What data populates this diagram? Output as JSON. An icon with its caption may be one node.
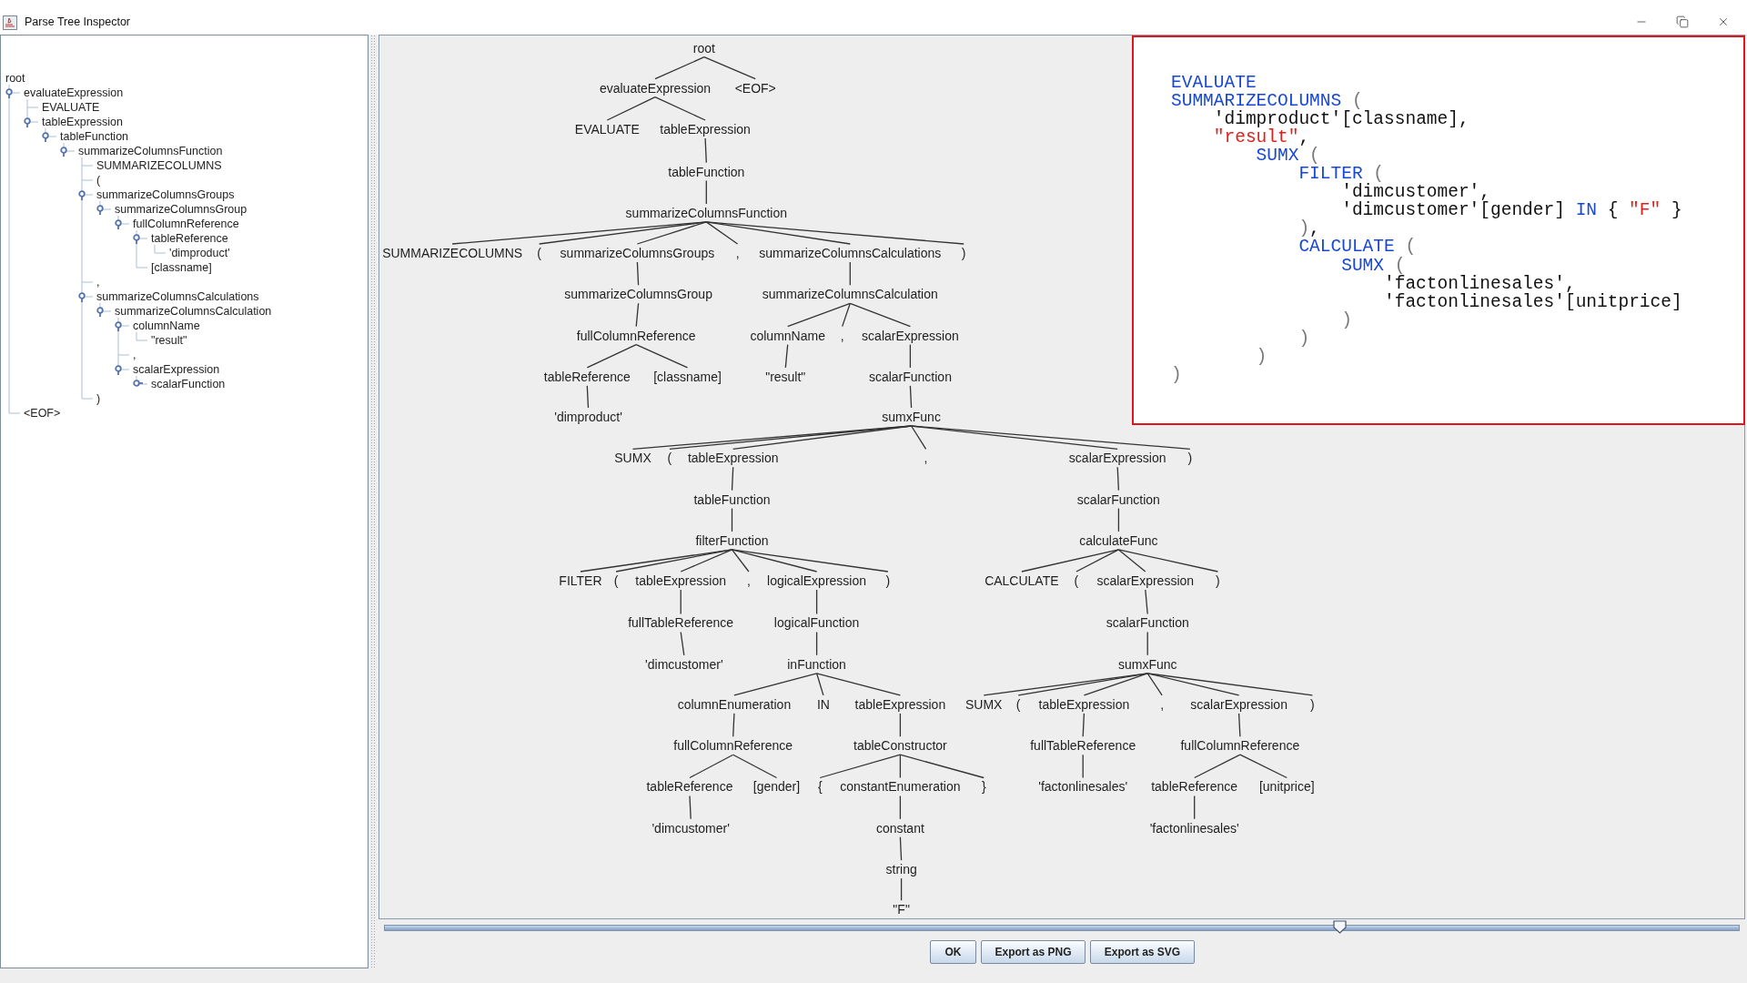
{
  "diagram": {
    "title": "Parse Tree Inspector",
    "nodes": [
      {
        "text": [
          "root"
        ]
      },
      {
        "text": [
          "evaluateExpression"
        ]
      },
      {
        "text": [
          "<EOF>"
        ]
      },
      {
        "text": [
          "EVALUATE"
        ]
      },
      {
        "text": [
          "tableExpression"
        ]
      },
      {
        "text": [
          "tableFunction"
        ]
      },
      {
        "text": [
          "summarizeColumnsFunction"
        ]
      },
      {
        "text": [
          "SUMMARIZECOLUMNS"
        ]
      },
      {
        "text": [
          "("
        ]
      },
      {
        "text": [
          "summarizeColumnsGroups"
        ]
      },
      {
        "text": [
          ","
        ]
      },
      {
        "text": [
          "summarizeColumnsCalculations"
        ]
      },
      {
        "text": [
          ")"
        ]
      },
      {
        "text": [
          "summarizeColumnsGroup"
        ]
      },
      {
        "text": [
          "summarizeColumnsCalculation"
        ]
      },
      {
        "text": [
          "fullColumnReference"
        ]
      },
      {
        "text": [
          "columnName"
        ]
      },
      {
        "text": [
          ","
        ]
      },
      {
        "text": [
          "scalarExpression"
        ]
      },
      {
        "text": [
          "tableReference"
        ]
      },
      {
        "text": [
          "[classname]"
        ]
      },
      {
        "text": [
          "\"result\""
        ]
      },
      {
        "text": [
          "scalarFunction"
        ]
      },
      {
        "text": [
          "'dimproduct'"
        ]
      },
      {
        "text": [
          "sumxFunc"
        ]
      },
      {
        "text": [
          "SUMX"
        ]
      },
      {
        "text": [
          "("
        ]
      },
      {
        "text": [
          "tableExpression"
        ]
      },
      {
        "text": [
          ","
        ]
      },
      {
        "text": [
          "scalarExpression"
        ]
      },
      {
        "text": [
          ")"
        ]
      },
      {
        "text": [
          "tableFunction"
        ]
      },
      {
        "text": [
          "scalarFunction"
        ]
      },
      {
        "text": [
          "filterFunction"
        ]
      },
      {
        "text": [
          "calculateFunc"
        ]
      },
      {
        "text": [
          "FILTER"
        ]
      },
      {
        "text": [
          "("
        ]
      },
      {
        "text": [
          "tableExpression"
        ]
      },
      {
        "text": [
          ","
        ]
      },
      {
        "text": [
          "logicalExpression"
        ]
      },
      {
        "text": [
          ")"
        ]
      },
      {
        "text": [
          "CALCULATE"
        ]
      },
      {
        "text": [
          "("
        ]
      },
      {
        "text": [
          "scalarExpression"
        ]
      },
      {
        "text": [
          ")"
        ]
      },
      {
        "text": [
          "fullTableReference"
        ]
      },
      {
        "text": [
          "logicalFunction"
        ]
      },
      {
        "text": [
          "scalarFunction"
        ]
      },
      {
        "text": [
          "'dimcustomer'"
        ]
      },
      {
        "text": [
          "inFunction"
        ]
      },
      {
        "text": [
          "sumxFunc"
        ]
      },
      {
        "text": [
          "columnEnumeration"
        ]
      },
      {
        "text": [
          "IN"
        ]
      },
      {
        "text": [
          "tableExpression"
        ]
      },
      {
        "text": [
          "SUMX"
        ]
      },
      {
        "text": [
          "("
        ]
      },
      {
        "text": [
          "tableExpression"
        ]
      },
      {
        "text": [
          ","
        ]
      },
      {
        "text": [
          "scalarExpression"
        ]
      },
      {
        "text": [
          ")"
        ]
      },
      {
        "text": [
          "fullColumnReference"
        ]
      },
      {
        "text": [
          "tableConstructor"
        ]
      },
      {
        "text": [
          "fullTableReference"
        ]
      },
      {
        "text": [
          "fullColumnReference"
        ]
      },
      {
        "text": [
          "tableReference"
        ]
      },
      {
        "text": [
          "[gender]"
        ]
      },
      {
        "text": [
          "{"
        ]
      },
      {
        "text": [
          "constantEnumeration"
        ]
      },
      {
        "text": [
          "}"
        ]
      },
      {
        "text": [
          "'factonlinesales'"
        ]
      },
      {
        "text": [
          "tableReference"
        ]
      },
      {
        "text": [
          "[unitprice]"
        ]
      },
      {
        "text": [
          "'dimcustomer'"
        ]
      },
      {
        "text": [
          "constant"
        ]
      },
      {
        "text": [
          "'factonlinesales'"
        ]
      },
      {
        "text": [
          "string"
        ]
      },
      {
        "text": [
          "\"F\""
        ]
      }
    ],
    "edges": [
      {
        "from": 0,
        "to": 1,
        "arrow": "none"
      },
      {
        "from": 0,
        "to": 2,
        "arrow": "none"
      },
      {
        "from": 1,
        "to": 3,
        "arrow": "none"
      },
      {
        "from": 1,
        "to": 4,
        "arrow": "none"
      },
      {
        "from": 4,
        "to": 5,
        "arrow": "none"
      },
      {
        "from": 5,
        "to": 6,
        "arrow": "none"
      },
      {
        "from": 6,
        "to": 7,
        "arrow": "none"
      },
      {
        "from": 6,
        "to": 8,
        "arrow": "none"
      },
      {
        "from": 6,
        "to": 9,
        "arrow": "none"
      },
      {
        "from": 6,
        "to": 10,
        "arrow": "none"
      },
      {
        "from": 6,
        "to": 11,
        "arrow": "none"
      },
      {
        "from": 6,
        "to": 12,
        "arrow": "none"
      },
      {
        "from": 9,
        "to": 13,
        "arrow": "none"
      },
      {
        "from": 11,
        "to": 14,
        "arrow": "none"
      },
      {
        "from": 13,
        "to": 15,
        "arrow": "none"
      },
      {
        "from": 14,
        "to": 16,
        "arrow": "none"
      },
      {
        "from": 14,
        "to": 17,
        "arrow": "none"
      },
      {
        "from": 14,
        "to": 18,
        "arrow": "none"
      },
      {
        "from": 15,
        "to": 19,
        "arrow": "none"
      },
      {
        "from": 15,
        "to": 20,
        "arrow": "none"
      },
      {
        "from": 16,
        "to": 21,
        "arrow": "none"
      },
      {
        "from": 18,
        "to": 22,
        "arrow": "none"
      },
      {
        "from": 19,
        "to": 23,
        "arrow": "none"
      },
      {
        "from": 22,
        "to": 24,
        "arrow": "none"
      },
      {
        "from": 24,
        "to": 25,
        "arrow": "none"
      },
      {
        "from": 24,
        "to": 26,
        "arrow": "none"
      },
      {
        "from": 24,
        "to": 27,
        "arrow": "none"
      },
      {
        "from": 24,
        "to": 28,
        "arrow": "none"
      },
      {
        "from": 24,
        "to": 29,
        "arrow": "none"
      },
      {
        "from": 24,
        "to": 30,
        "arrow": "none"
      },
      {
        "from": 27,
        "to": 31,
        "arrow": "none"
      },
      {
        "from": 29,
        "to": 32,
        "arrow": "none"
      },
      {
        "from": 31,
        "to": 33,
        "arrow": "none"
      },
      {
        "from": 32,
        "to": 34,
        "arrow": "none"
      },
      {
        "from": 33,
        "to": 35,
        "arrow": "none"
      },
      {
        "from": 33,
        "to": 36,
        "arrow": "none"
      },
      {
        "from": 33,
        "to": 37,
        "arrow": "none"
      },
      {
        "from": 33,
        "to": 38,
        "arrow": "none"
      },
      {
        "from": 33,
        "to": 39,
        "arrow": "none"
      },
      {
        "from": 33,
        "to": 40,
        "arrow": "none"
      },
      {
        "from": 34,
        "to": 41,
        "arrow": "none"
      },
      {
        "from": 34,
        "to": 42,
        "arrow": "none"
      },
      {
        "from": 34,
        "to": 43,
        "arrow": "none"
      },
      {
        "from": 34,
        "to": 44,
        "arrow": "none"
      },
      {
        "from": 37,
        "to": 45,
        "arrow": "none"
      },
      {
        "from": 39,
        "to": 46,
        "arrow": "none"
      },
      {
        "from": 43,
        "to": 47,
        "arrow": "none"
      },
      {
        "from": 45,
        "to": 48,
        "arrow": "none"
      },
      {
        "from": 46,
        "to": 49,
        "arrow": "none"
      },
      {
        "from": 47,
        "to": 50,
        "arrow": "none"
      },
      {
        "from": 49,
        "to": 51,
        "arrow": "none"
      },
      {
        "from": 49,
        "to": 52,
        "arrow": "none"
      },
      {
        "from": 49,
        "to": 53,
        "arrow": "none"
      },
      {
        "from": 50,
        "to": 54,
        "arrow": "none"
      },
      {
        "from": 50,
        "to": 55,
        "arrow": "none"
      },
      {
        "from": 50,
        "to": 56,
        "arrow": "none"
      },
      {
        "from": 50,
        "to": 57,
        "arrow": "none"
      },
      {
        "from": 50,
        "to": 58,
        "arrow": "none"
      },
      {
        "from": 50,
        "to": 59,
        "arrow": "none"
      },
      {
        "from": 51,
        "to": 60,
        "arrow": "none"
      },
      {
        "from": 53,
        "to": 61,
        "arrow": "none"
      },
      {
        "from": 56,
        "to": 62,
        "arrow": "none"
      },
      {
        "from": 58,
        "to": 63,
        "arrow": "none"
      },
      {
        "from": 60,
        "to": 64,
        "arrow": "none"
      },
      {
        "from": 60,
        "to": 65,
        "arrow": "none"
      },
      {
        "from": 61,
        "to": 66,
        "arrow": "none"
      },
      {
        "from": 61,
        "to": 67,
        "arrow": "none"
      },
      {
        "from": 61,
        "to": 68,
        "arrow": "none"
      },
      {
        "from": 62,
        "to": 69,
        "arrow": "none"
      },
      {
        "from": 63,
        "to": 70,
        "arrow": "none"
      },
      {
        "from": 63,
        "to": 71,
        "arrow": "none"
      },
      {
        "from": 64,
        "to": 72,
        "arrow": "none"
      },
      {
        "from": 67,
        "to": 73,
        "arrow": "none"
      },
      {
        "from": 70,
        "to": 74,
        "arrow": "none"
      },
      {
        "from": 73,
        "to": 75,
        "arrow": "none"
      },
      {
        "from": 75,
        "to": 76,
        "arrow": "none"
      }
    ],
    "labels": [
      "root",
      "evaluateExpression",
      "EVALUATE",
      "tableExpression",
      "tableFunction",
      "summarizeColumnsFunction",
      "SUMMARIZECOLUMNS",
      "(",
      "summarizeColumnsGroups",
      "summarizeColumnsGroup",
      "fullColumnReference",
      "tableReference",
      "'dimproduct'",
      "[classname]",
      ",",
      "summarizeColumnsCalculations",
      "summarizeColumnsCalculation",
      "columnName",
      "\"result\"",
      ",",
      "scalarExpression",
      "scalarFunction",
      ")",
      "<EOF>",
      "EVALUATE",
      "SUMMARIZECOLUMNS",
      "(",
      "'dimproduct'[classname],",
      "\"result\"",
      ",",
      "SUMX",
      "(",
      "FILTER",
      "(",
      "'dimcustomer',",
      "'dimcustomer'[gender]",
      "IN",
      "{",
      "\"F\"",
      "}",
      ")",
      ",",
      "CALCULATE",
      "(",
      "SUMX",
      "(",
      "'factonlinesales',",
      "'factonlinesales'[unitprice]",
      ")",
      ")",
      ")",
      ")",
      "OK",
      "Export as PNG",
      "Export as SVG"
    ]
  }
}
